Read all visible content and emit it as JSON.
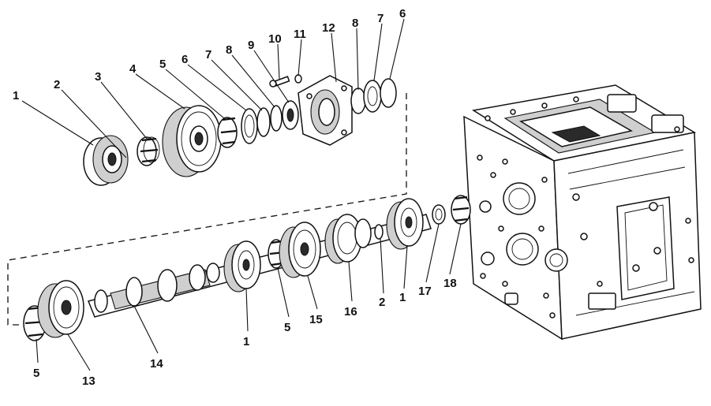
{
  "diagram": {
    "callouts": [
      {
        "id": "c1a",
        "text": "1"
      },
      {
        "id": "c2a",
        "text": "2"
      },
      {
        "id": "c3",
        "text": "3"
      },
      {
        "id": "c4",
        "text": "4"
      },
      {
        "id": "c5a",
        "text": "5"
      },
      {
        "id": "c6a",
        "text": "6"
      },
      {
        "id": "c7a",
        "text": "7"
      },
      {
        "id": "c8a",
        "text": "8"
      },
      {
        "id": "c9",
        "text": "9"
      },
      {
        "id": "c10",
        "text": "10"
      },
      {
        "id": "c11",
        "text": "11"
      },
      {
        "id": "c12",
        "text": "12"
      },
      {
        "id": "c8b",
        "text": "8"
      },
      {
        "id": "c7b",
        "text": "7"
      },
      {
        "id": "c6b",
        "text": "6"
      },
      {
        "id": "c5b",
        "text": "5"
      },
      {
        "id": "c13",
        "text": "13"
      },
      {
        "id": "c14",
        "text": "14"
      },
      {
        "id": "c1b",
        "text": "1"
      },
      {
        "id": "c5c",
        "text": "5"
      },
      {
        "id": "c15",
        "text": "15"
      },
      {
        "id": "c16",
        "text": "16"
      },
      {
        "id": "c2b",
        "text": "2"
      },
      {
        "id": "c1c",
        "text": "1"
      },
      {
        "id": "c17",
        "text": "17"
      },
      {
        "id": "c18",
        "text": "18"
      }
    ]
  }
}
